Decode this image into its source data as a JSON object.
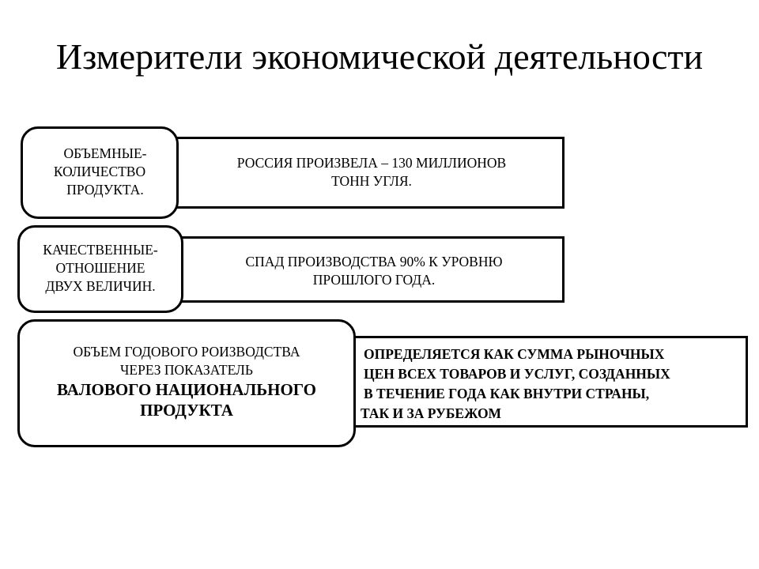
{
  "title": "Измерители экономической деятельности",
  "rows": [
    {
      "label_lines": [
        "ОБЪЕМНЫЕ-",
        "КОЛИЧЕСТВО",
        "ПРОДУКТА."
      ],
      "content_lines": [
        "РОССИЯ ПРОИЗВЕЛА – 130 МИЛЛИОНОВ",
        "ТОНН УГЛЯ."
      ]
    },
    {
      "label_lines": [
        "КАЧЕСТВЕННЫЕ-",
        "ОТНОШЕНИЕ",
        "ДВУХ ВЕЛИЧИН."
      ],
      "content_lines": [
        "СПАД ПРОИЗВОДСТВА 90% К УРОВНЮ",
        "ПРОШЛОГО ГОДА."
      ]
    },
    {
      "label_lines": [
        "ОБЪЕМ ГОДОВОГО РОИЗВОДСТВА",
        "ЧЕРЕЗ ПОКАЗАТЕЛЬ"
      ],
      "label_bold_lines": [
        "ВАЛОВОГО НАЦИОНАЛЬНОГО",
        "ПРОДУКТА"
      ],
      "content_lines": [
        "ОПРЕДЕЛЯЕТСЯ КАК СУММА РЫНОЧНЫХ",
        "ЦЕН ВСЕХ ТОВАРОВ И УСЛУГ, СОЗДАННЫХ",
        "В ТЕЧЕНИЕ ГОДА КАК ВНУТРИ СТРАНЫ,",
        "ТАК И ЗА РУБЕЖОМ"
      ]
    }
  ]
}
